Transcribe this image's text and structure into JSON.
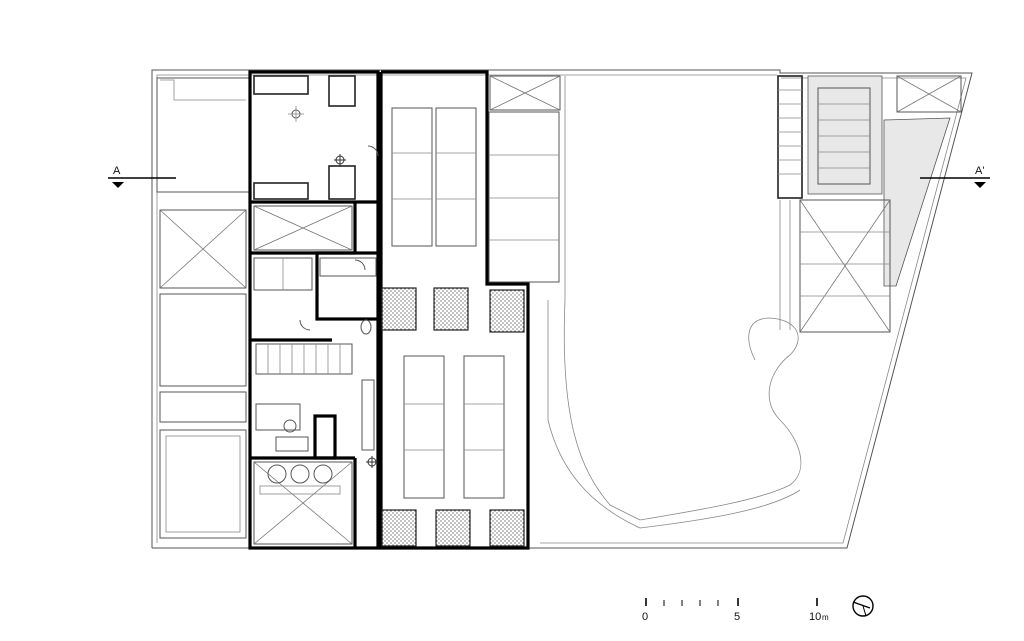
{
  "section_marks": {
    "left": "A",
    "right": "A'"
  },
  "scale_bar": {
    "tick_labels": [
      "0",
      "5",
      "10"
    ],
    "unit": "m"
  },
  "icons": [
    "north-arrow-icon",
    "tree-symbol-icon",
    "section-arrow-icon"
  ],
  "colors": {
    "line": "#000000",
    "background": "#ffffff"
  }
}
